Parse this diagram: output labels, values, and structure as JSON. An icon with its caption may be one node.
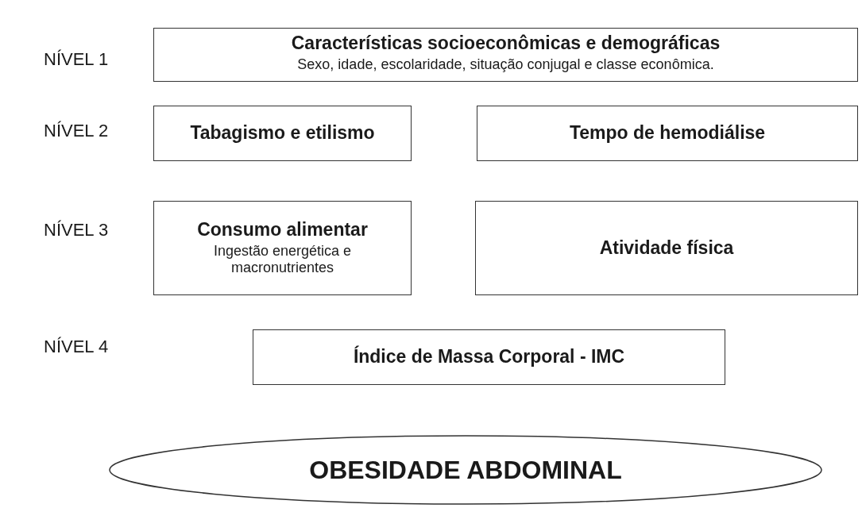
{
  "diagram": {
    "nodes": [
      {
        "text": [
          "Características socioeconômicas e demográficas",
          "Sexo, idade, escolaridade, situação conjugal e classe econômica."
        ]
      },
      {
        "text": [
          "Tabagismo e etilismo"
        ]
      },
      {
        "text": [
          "Tempo de hemodiálise"
        ]
      },
      {
        "text": [
          "Consumo alimentar",
          "Ingestão energética e macronutrientes"
        ]
      },
      {
        "text": [
          "Atividade física"
        ]
      },
      {
        "text": [
          "Índice de Massa Corporal - IMC"
        ]
      },
      {
        "text": [
          "OBESIDADE ABDOMINAL"
        ]
      }
    ],
    "labels": [
      "NÍVEL 1",
      "NÍVEL 2",
      "NÍVEL 3",
      "NÍVEL 4"
    ]
  }
}
